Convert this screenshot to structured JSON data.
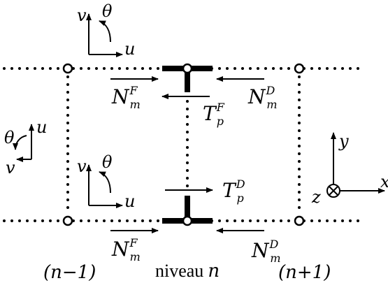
{
  "labels": {
    "v": "v",
    "u": "u",
    "theta": "θ",
    "N": "N",
    "T": "T",
    "m": "m",
    "p": "p",
    "F": "F",
    "D": "D",
    "y": "y",
    "z": "z",
    "x": "x",
    "level_prev": "(n−1)",
    "level_word": "niveau",
    "level_n": "n",
    "level_next": "(n+1)"
  }
}
